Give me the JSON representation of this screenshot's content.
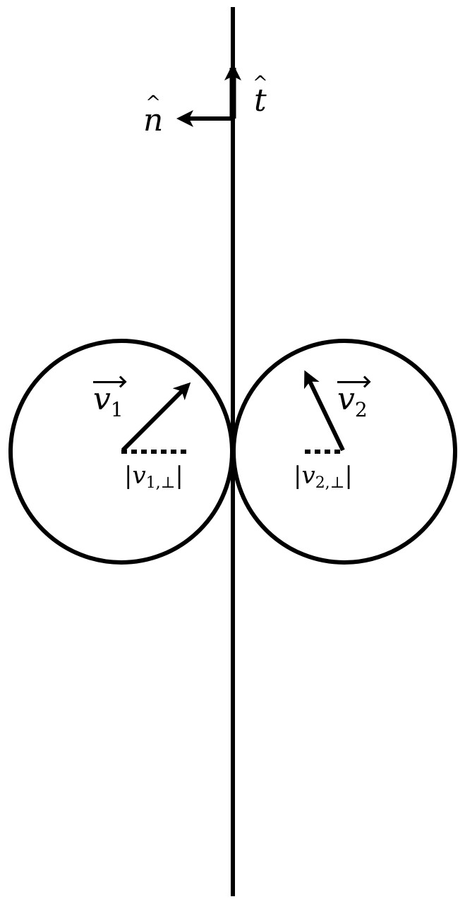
{
  "labels": {
    "n_hat": "n",
    "t_hat": "t",
    "hat_symbol": "^",
    "v1": {
      "base": "v",
      "sub": "1"
    },
    "v2": {
      "base": "v",
      "sub": "2"
    },
    "v1_perp": {
      "open": "|",
      "base": "v",
      "sub": "1,⊥",
      "close": "|"
    },
    "v2_perp": {
      "open": "|",
      "base": "v",
      "sub": "2,⊥",
      "close": "|"
    }
  },
  "colors": {
    "stroke": "#000000",
    "background": "#ffffff"
  }
}
